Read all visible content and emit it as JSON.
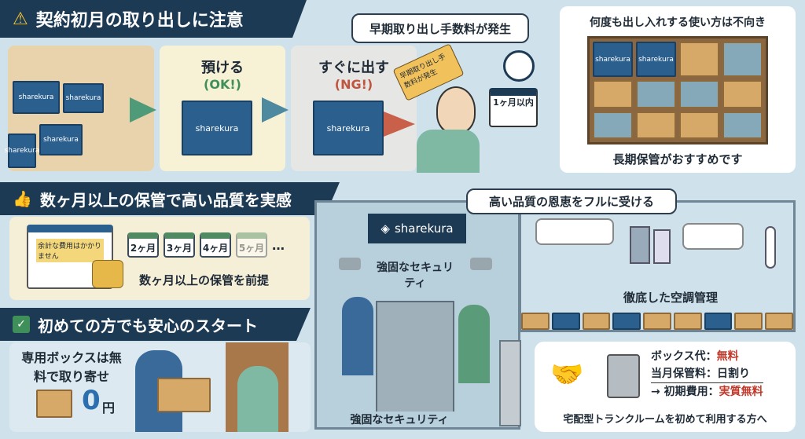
{
  "section1": {
    "title": "契約初月の取り出しに注意",
    "icon": "warning-icon",
    "brand": "sharekura",
    "step_ok_label": "預ける",
    "step_ok_status": "(OK!)",
    "step_ng_label": "すぐに出す",
    "step_ng_status": "(NG!)",
    "fee_bubble": "早期取り出し手数料が発生",
    "fee_tag": "早期取り出し手数料が発生",
    "calendar_label": "1ヶ月以内",
    "side_card_title": "何度も出し入れする使い方は不向き",
    "side_card_footer": "長期保管がおすすめです"
  },
  "section2": {
    "title": "数ヶ月以上の保管で高い品質を実感",
    "icon": "thumbs-up-icon",
    "calendar_note": "余計な費用はかかりません",
    "months": [
      "2ヶ月",
      "3ヶ月",
      "4ヶ月",
      "5ヶ月"
    ],
    "ellipsis": "…",
    "caption": "数ヶ月以上の保管を前提"
  },
  "section3": {
    "title": "初めての方でも安心のスタート",
    "icon": "checkbox-icon",
    "box_text": "専用ボックスは無料で取り寄せ",
    "price_num": "0",
    "price_unit": "円"
  },
  "facility": {
    "sign": "sharekura",
    "security_label": "強固なセキュリティ",
    "security_caption": "強固なセキュリティ",
    "quality_bubble": "高い品質の恩恵をフルに受ける",
    "aircon_caption": "徹底した空調管理"
  },
  "cost_card": {
    "box_fee_label": "ボックス代：",
    "box_fee_value": "無料",
    "monthly_label": "当月保管料：",
    "monthly_value": "日割り",
    "initial_label": "→ 初期費用：",
    "initial_value": "実質無料",
    "footer": "宅配型トランクルームを初めて利用する方へ"
  },
  "colors": {
    "navy": "#1d3a55",
    "ok": "#3f8f5a",
    "ng": "#c0543f",
    "accent_red": "#c0392b",
    "brand_blue": "#2b5f8e"
  }
}
